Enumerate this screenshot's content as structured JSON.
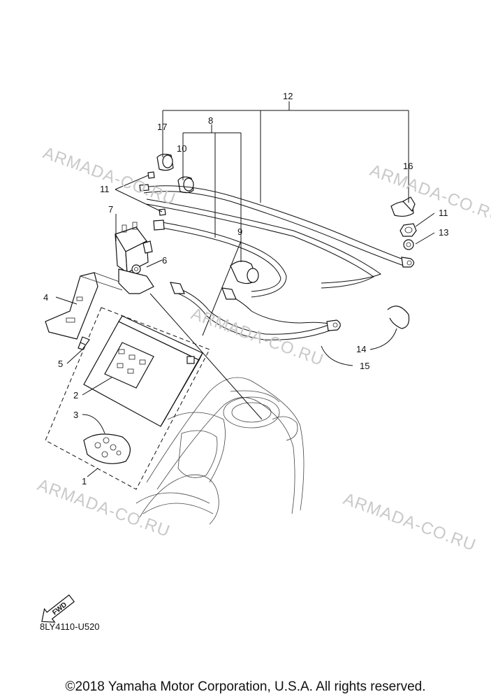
{
  "watermark": "ARMADA-CO.RU",
  "callouts": {
    "c1": "1",
    "c2": "2",
    "c3": "3",
    "c4": "4",
    "c5": "5",
    "c6": "6",
    "c7": "7",
    "c8": "8",
    "c9": "9",
    "c10": "10",
    "c11a": "11",
    "c11b": "11",
    "c12": "12",
    "c13": "13",
    "c14": "14",
    "c15": "15",
    "c16": "16",
    "c17": "17"
  },
  "fwd_label": "FWD",
  "diagram_code": "8LY4110-U520",
  "copyright": "©2018 Yamaha Motor Corporation, U.S.A. All rights reserved.",
  "icons": {
    "fwd": "forward-arrow-icon"
  }
}
